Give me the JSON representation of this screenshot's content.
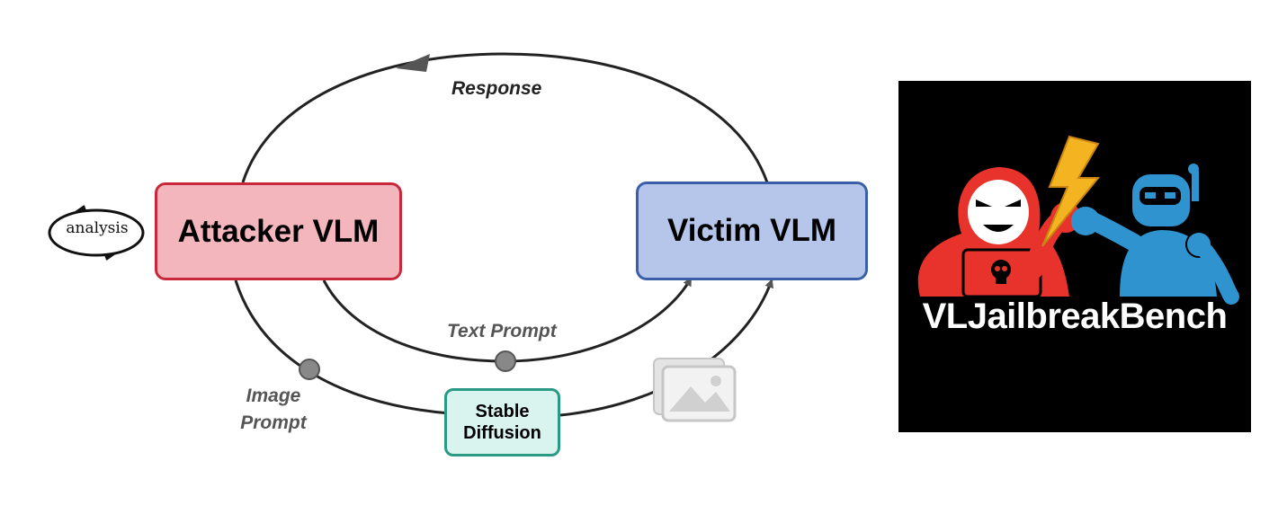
{
  "diagram": {
    "nodes": {
      "attacker": "Attacker VLM",
      "victim": "Victim VLM",
      "stable_diffusion": "Stable\nDiffusion",
      "analysis": "analysis"
    },
    "edges": {
      "response": "Response",
      "text_prompt": "Text Prompt",
      "image_prompt": "Image\nPrompt"
    },
    "icons": [
      "image-stack-icon",
      "loop-arrow-icon"
    ]
  },
  "logo": {
    "title": "VLJailbreakBench",
    "icons": [
      "hooded-hacker-icon",
      "lightning-bolt-icon",
      "robot-icon",
      "skull-icon"
    ]
  },
  "colors": {
    "attacker_fill": "#f4b6bd",
    "attacker_border": "#c9283a",
    "victim_fill": "#b5c6ea",
    "victim_border": "#3a5ea8",
    "sd_fill": "#d9f3ee",
    "sd_border": "#2a9a85",
    "hacker_red": "#e8322c",
    "robot_blue": "#2f93cf",
    "bolt_yellow": "#f4b321"
  }
}
